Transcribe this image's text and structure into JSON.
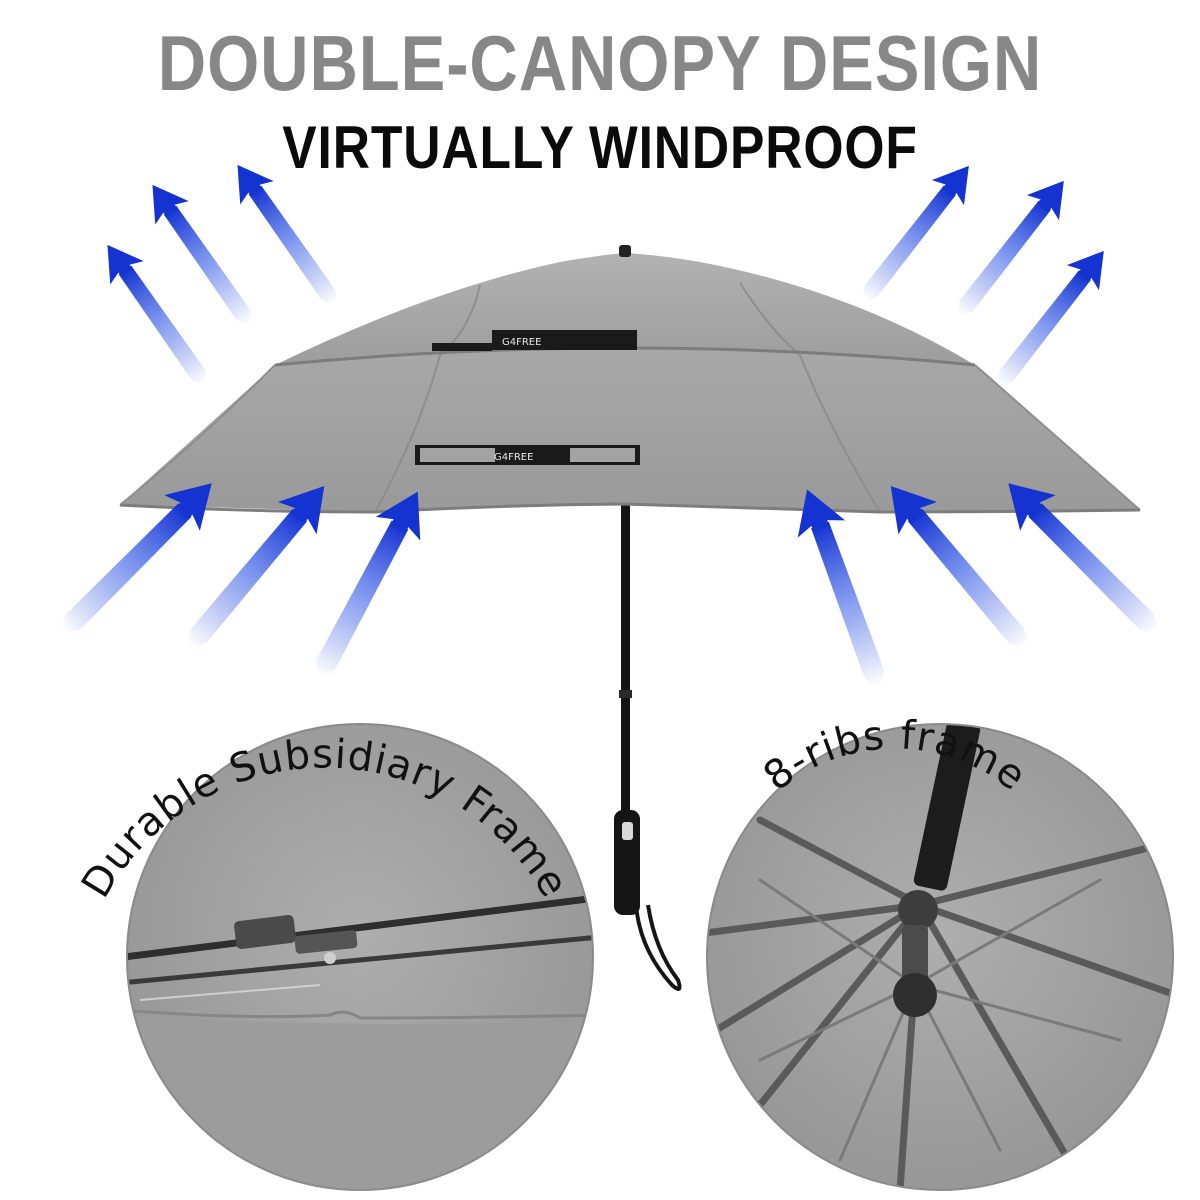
{
  "headline": "DOUBLE-CANOPY DESIGN",
  "subheadline": "VIRTUALLY WINDPROOF",
  "brand_strap": "G4FREE",
  "detail_left_label": "Durable Subsidiary Frame",
  "detail_right_label": "8-ribs frame",
  "colors": {
    "canopy": "#a3a3a3",
    "wind_arrow": "#1b3fd6",
    "headline": "#878787",
    "subheadline": "#0b0b0b"
  }
}
